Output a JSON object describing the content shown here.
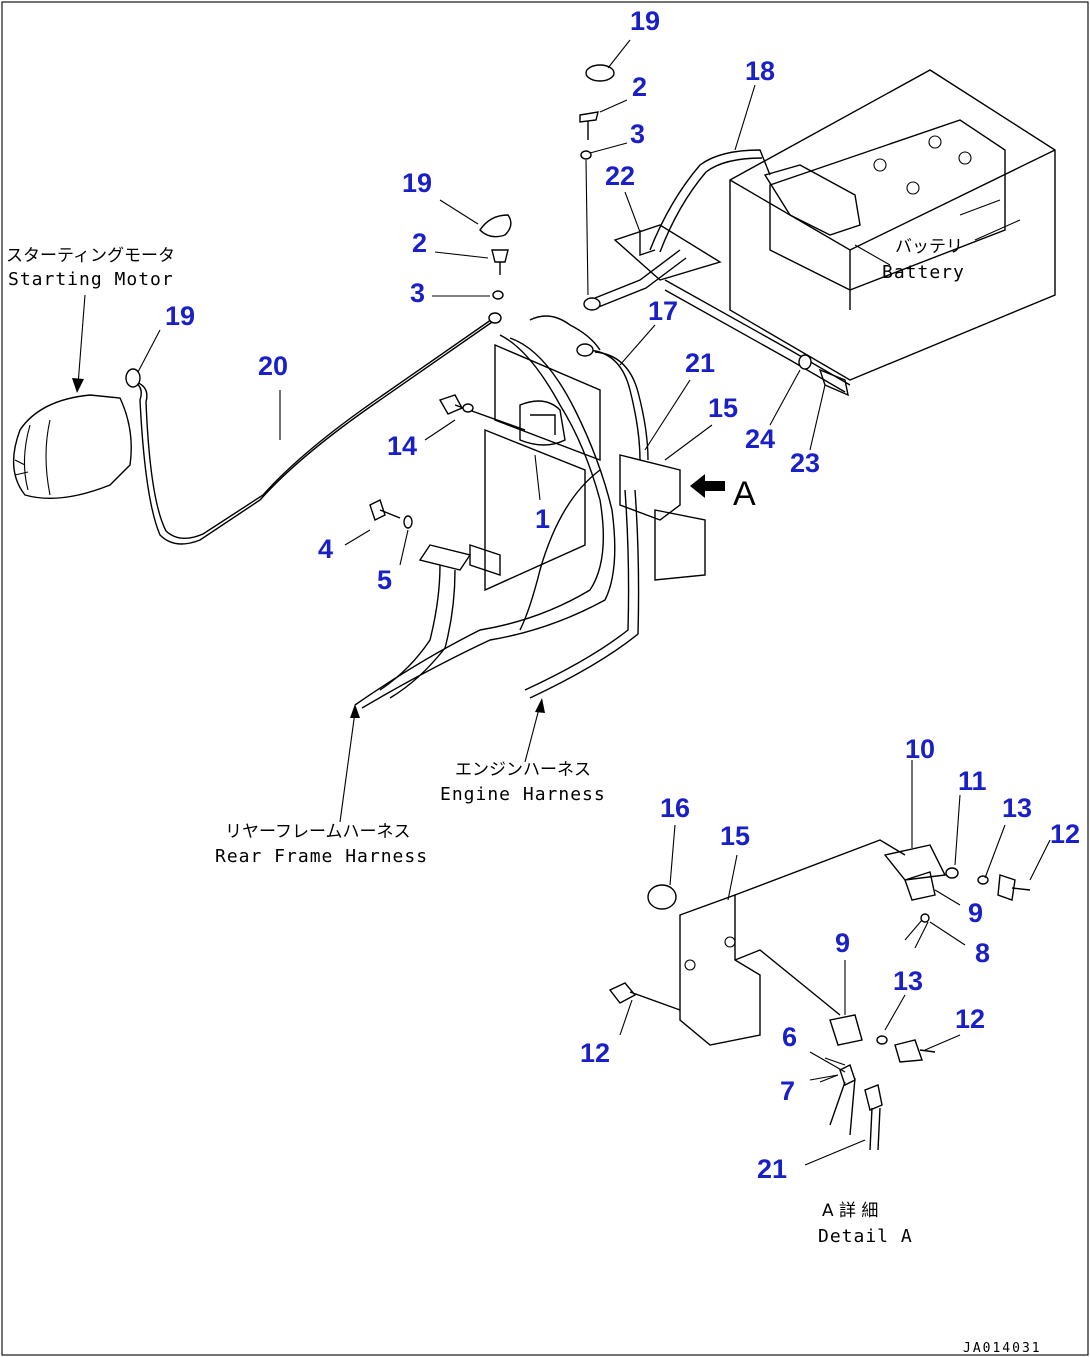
{
  "callouts": {
    "c19a": "19",
    "c2a": "2",
    "c3a": "3",
    "c18": "18",
    "c22": "22",
    "c19b": "19",
    "c2b": "2",
    "c3b": "3",
    "c19c": "19",
    "c20": "20",
    "c17": "17",
    "c21a": "21",
    "c15a": "15",
    "c24": "24",
    "c23": "23",
    "c14": "14",
    "c1": "1",
    "c4": "4",
    "c5": "5",
    "c10": "10",
    "c11": "11",
    "c13a": "13",
    "c12a": "12",
    "c16": "16",
    "c15b": "15",
    "c9a": "9",
    "c8": "8",
    "c9b": "9",
    "c13b": "13",
    "c12b": "12",
    "c12c": "12",
    "c6": "6",
    "c7": "7",
    "c21b": "21"
  },
  "labels": {
    "starting_motor_jp": "スターティングモータ",
    "starting_motor_en": "Starting Motor",
    "battery_jp": "バッテリ",
    "battery_en": "Battery",
    "engine_harness_jp": "エンジンハーネス",
    "engine_harness_en": "Engine Harness",
    "rear_frame_harness_jp": "リヤーフレームハーネス",
    "rear_frame_harness_en": "Rear Frame Harness",
    "detail_a_jp": "A 詳 細",
    "detail_a_en": "Detail A",
    "view_arrow": "A",
    "drawing_code": "JA014031"
  },
  "colors": {
    "callout": "#1a20c8",
    "line": "#000000"
  }
}
